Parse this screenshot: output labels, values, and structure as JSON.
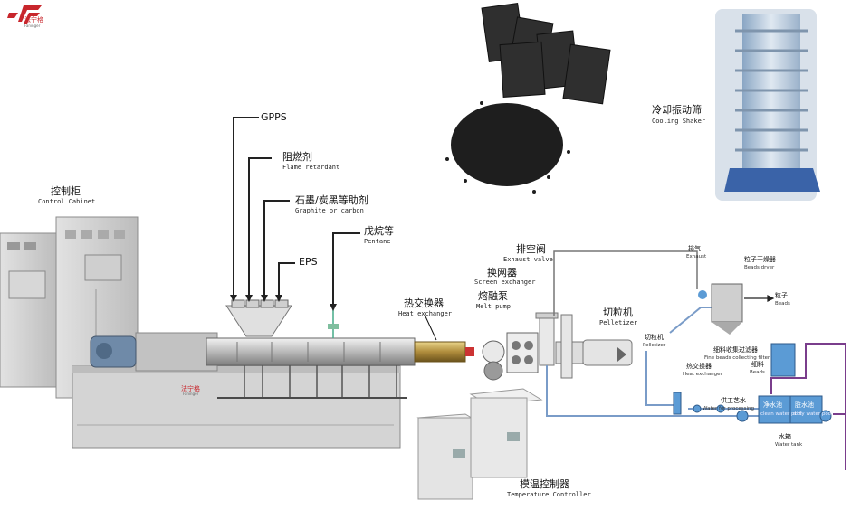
{
  "brand": {
    "name": "法宁格",
    "sub": "Faninger",
    "accent": "#c8262c"
  },
  "labels": {
    "gpps": "GPPS",
    "flame_cn": "阻燃剂",
    "flame_en": "Flame retardant",
    "graphite_cn": "石墨/炭黑等助剂",
    "graphite_en": "Graphite or carbon",
    "pentane_cn": "戊烷等",
    "pentane_en": "Pentane",
    "eps": "EPS",
    "control_cn": "控制柜",
    "control_en": "Control Cabinet",
    "heat1_cn": "热交换器",
    "heat1_en": "Heat exchanger",
    "exhaust_valve_cn": "排空阀",
    "exhaust_valve_en": "Exhaust valve",
    "screen_cn": "换网器",
    "screen_en": "Screen exchanger",
    "melt_cn": "熔融泵",
    "melt_en": "Melt pump",
    "pelletizer_cn": "切粒机",
    "pelletizer_en": "Pelletizer",
    "cooling_cn": "冷却振动筛",
    "cooling_en": "Cooling Shaker",
    "temp_cn": "模温控制器",
    "temp_en": "Temperature Controller",
    "exhaust_cn": "排气",
    "exhaust_en": "Exhaust",
    "dryer_cn": "粒子干燥器",
    "dryer_en": "Beads dryer",
    "beads_out_cn": "粒子",
    "beads_out_en": "Beads",
    "filter_cn": "细料收集过滤器",
    "filter_en": "Fine beads collecting filter",
    "fine_cn": "细料",
    "fine_en": "Beads",
    "pellet2_cn": "切粒机",
    "pellet2_en": "Pelletizer",
    "heat2_cn": "热交换器",
    "heat2_en": "Heat exchanger",
    "process_cn": "供工艺水",
    "process_en": "Water for processing",
    "clean_cn": "净水池",
    "clean_en": "clean water pool",
    "dirty_cn": "脏水池",
    "dirty_en": "dirty water pool",
    "tank_cn": "水箱",
    "tank_en": "Water tank"
  },
  "colors": {
    "pipe_blue": "#7a9cc8",
    "pipe_purple": "#7a3d8c",
    "machine_gray": "#c9c9c9",
    "accent": "#c8262c",
    "tank_blue": "#5b9bd5"
  }
}
